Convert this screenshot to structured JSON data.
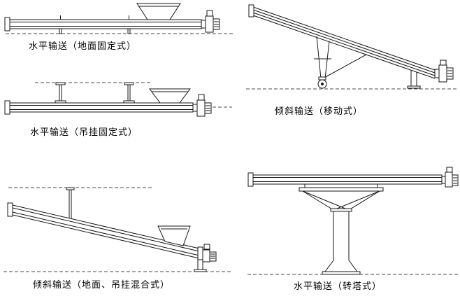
{
  "page": {
    "background": "#ffffff",
    "ink": "#161616"
  },
  "figures": [
    {
      "id": "horizontal-ground-fixed",
      "label": "水平输送（地面固定式）"
    },
    {
      "id": "horizontal-hanging-fixed",
      "label": "水平输送（吊挂固定式）"
    },
    {
      "id": "inclined-ground-hanging-mixed",
      "label": "倾斜输送（地面、吊挂混合式）"
    },
    {
      "id": "inclined-mobile",
      "label": "倾斜输送（移动式）"
    },
    {
      "id": "horizontal-turret",
      "label": "水平输送（转塔式）"
    }
  ]
}
